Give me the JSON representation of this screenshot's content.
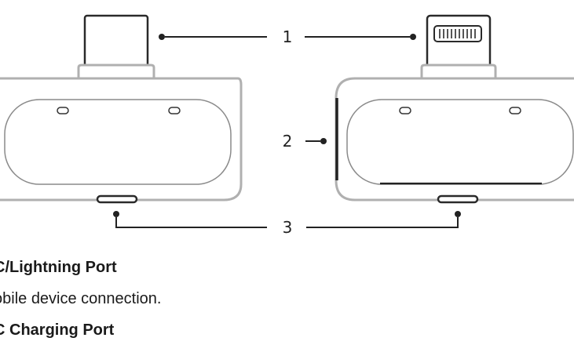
{
  "callouts": [
    "1",
    "2",
    "3"
  ],
  "text": {
    "port_heading": "C/Lightning Port",
    "port_desc": "obile device connection.",
    "charging_heading": "C Charging Port"
  }
}
